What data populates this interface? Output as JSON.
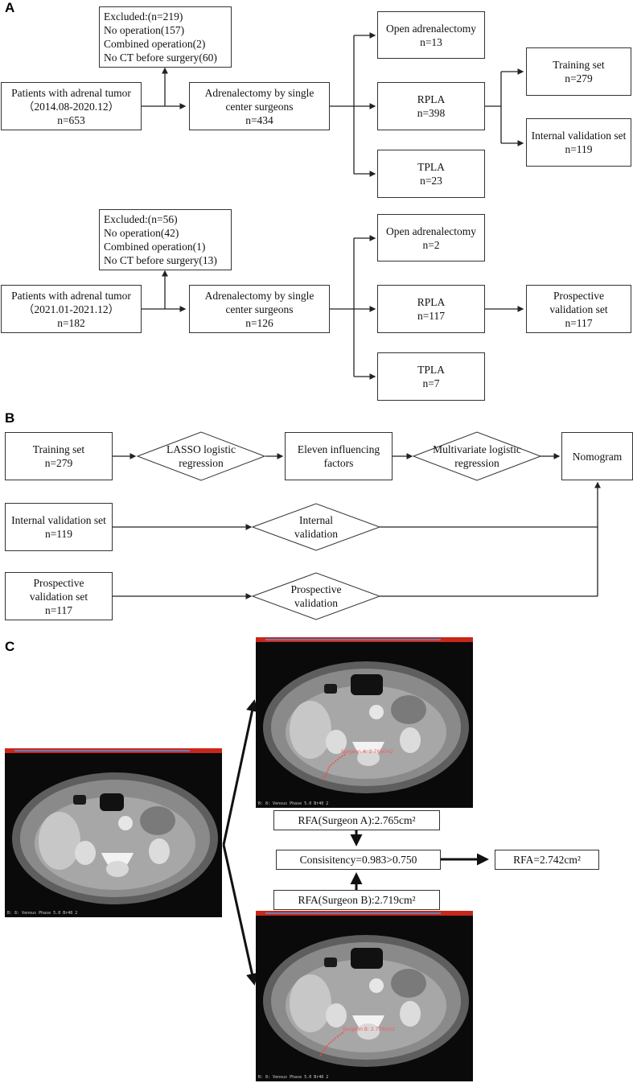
{
  "panels": {
    "a": "A",
    "b": "B",
    "c": "C"
  },
  "panel_a": {
    "cohort1": {
      "excluded": [
        "Excluded:(n=219)",
        "No operation(157)",
        "Combined operation(2)",
        "No CT before surgery(60)"
      ],
      "patients": [
        "Patients with adrenal tumor",
        "（2014.08-2020.12）",
        "n=653"
      ],
      "surgery": [
        "Adrenalectomy by single",
        "center surgeons",
        "n=434"
      ],
      "open": [
        "Open adrenalectomy",
        "n=13"
      ],
      "rpla": [
        "RPLA",
        "n=398"
      ],
      "tpla": [
        "TPLA",
        "n=23"
      ],
      "training": [
        "Training set",
        "n=279"
      ],
      "internal": [
        "Internal validation set",
        "n=119"
      ]
    },
    "cohort2": {
      "excluded": [
        "Excluded:(n=56)",
        "No operation(42)",
        "Combined operation(1)",
        "No CT before surgery(13)"
      ],
      "patients": [
        "Patients with adrenal tumor",
        "（2021.01-2021.12）",
        "n=182"
      ],
      "surgery": [
        "Adrenalectomy by single",
        "center surgeons",
        "n=126"
      ],
      "open": [
        "Open adrenalectomy",
        "n=2"
      ],
      "rpla": [
        "RPLA",
        "n=117"
      ],
      "tpla": [
        "TPLA",
        "n=7"
      ],
      "prospective": [
        "Prospective",
        "validation set",
        "n=117"
      ]
    }
  },
  "panel_b": {
    "training": [
      "Training set",
      "n=279"
    ],
    "lasso": [
      "LASSO logistic",
      "regression"
    ],
    "eleven": [
      "Eleven influencing",
      "factors"
    ],
    "multivariate": [
      "Multivariate logistic",
      "regression"
    ],
    "nomogram": [
      "Nomogram"
    ],
    "internal_set": [
      "Internal validation set",
      "n=119"
    ],
    "internal_validation": [
      "Internal",
      "validation"
    ],
    "prospective_set": [
      "Prospective",
      "validation set",
      "n=117"
    ],
    "prospective_validation": [
      "Prospective",
      "validation"
    ]
  },
  "panel_c": {
    "surgeon_a": "RFA(Surgeon A):2.765cm²",
    "consistency": "Consisitency=0.983>0.750",
    "surgeon_b": "RFA(Surgeon B):2.719cm²",
    "rfa": "RFA=2.742cm²",
    "ct_caption": "B: 8: Venous Phase  5.0  Br40  2",
    "roi_a": "Surgeon A: 2.765cm2",
    "roi_b": "Surgeon B: 2.719cm2"
  },
  "colors": {
    "line": "#222222",
    "roi": "#ff4444",
    "ct_bar": "#c8271b"
  }
}
